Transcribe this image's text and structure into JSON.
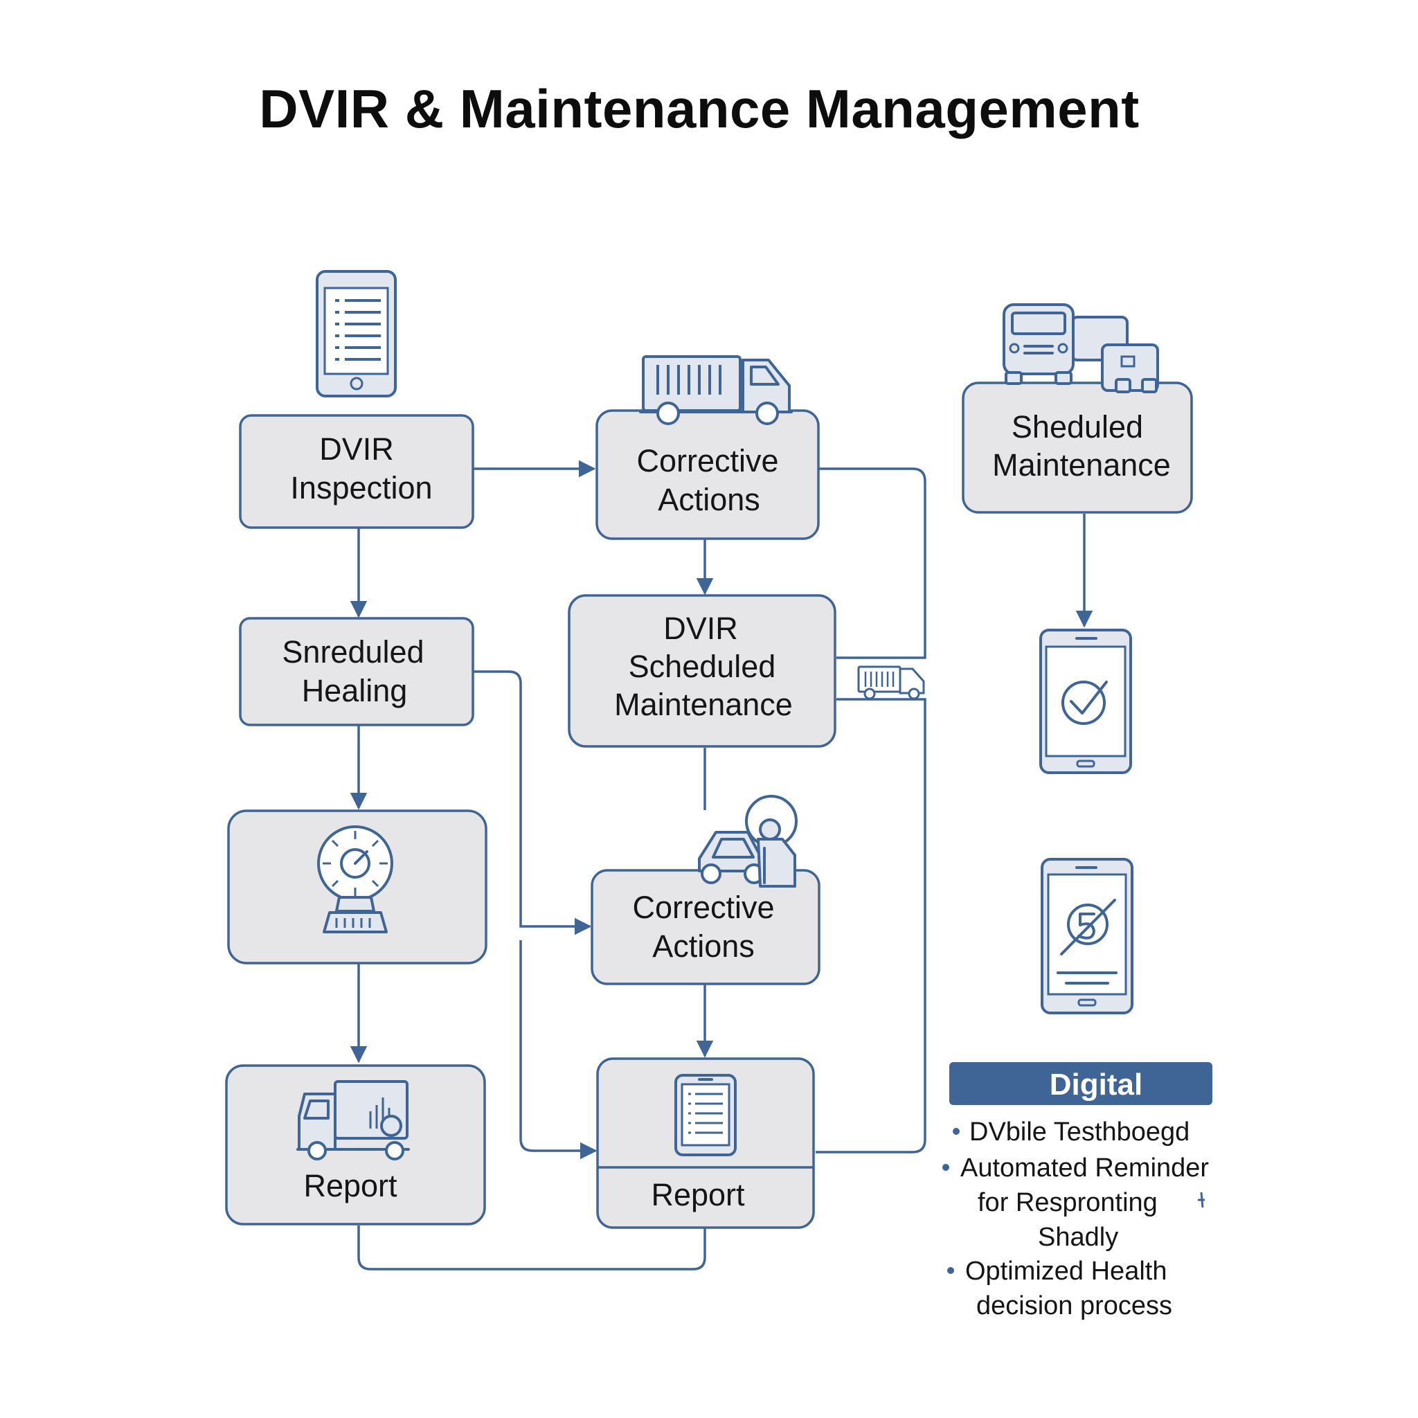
{
  "title": "DVIR & Maintenance Management",
  "nodes": {
    "dvir_inspection": [
      "DVIR",
      "Inspection"
    ],
    "corrective_actions_top": [
      "Corrective",
      "Actions"
    ],
    "sheduled_maintenance": [
      "Sheduled",
      "Maintenance"
    ],
    "sreduled_healing": [
      "Snreduled",
      "Healing"
    ],
    "dvir_scheduled_maintenance": [
      "DVIR",
      "Scheduled",
      "Maintenance"
    ],
    "corrective_actions_mid": [
      "Corrective",
      "Actions"
    ],
    "report_left": "Report",
    "report_mid": "Report"
  },
  "icons": {
    "tablet_checklist": "tablet-checklist-icon",
    "box_truck": "box-truck-icon",
    "fleet_vehicles": "fleet-vehicles-icon",
    "phone_check": "phone-checkmark-icon",
    "phone_no_service": "phone-no-service-icon",
    "diagnostic_gauge": "diagnostic-gauge-icon",
    "car_with_technician": "car-technician-icon",
    "truck_report": "truck-report-icon",
    "tablet_report": "tablet-report-icon",
    "small_truck": "small-truck-icon"
  },
  "legend": {
    "heading": "Digital",
    "items": [
      [
        "DVbile Testhboegd"
      ],
      [
        "Automated Reminder",
        "for Respronting",
        "Shadly"
      ],
      [
        "Optimized Health",
        "decision process"
      ]
    ]
  },
  "colors": {
    "accent": "#3f6496",
    "box_fill": "#e6e6e8",
    "text": "#151515",
    "background": "#ffffff"
  }
}
